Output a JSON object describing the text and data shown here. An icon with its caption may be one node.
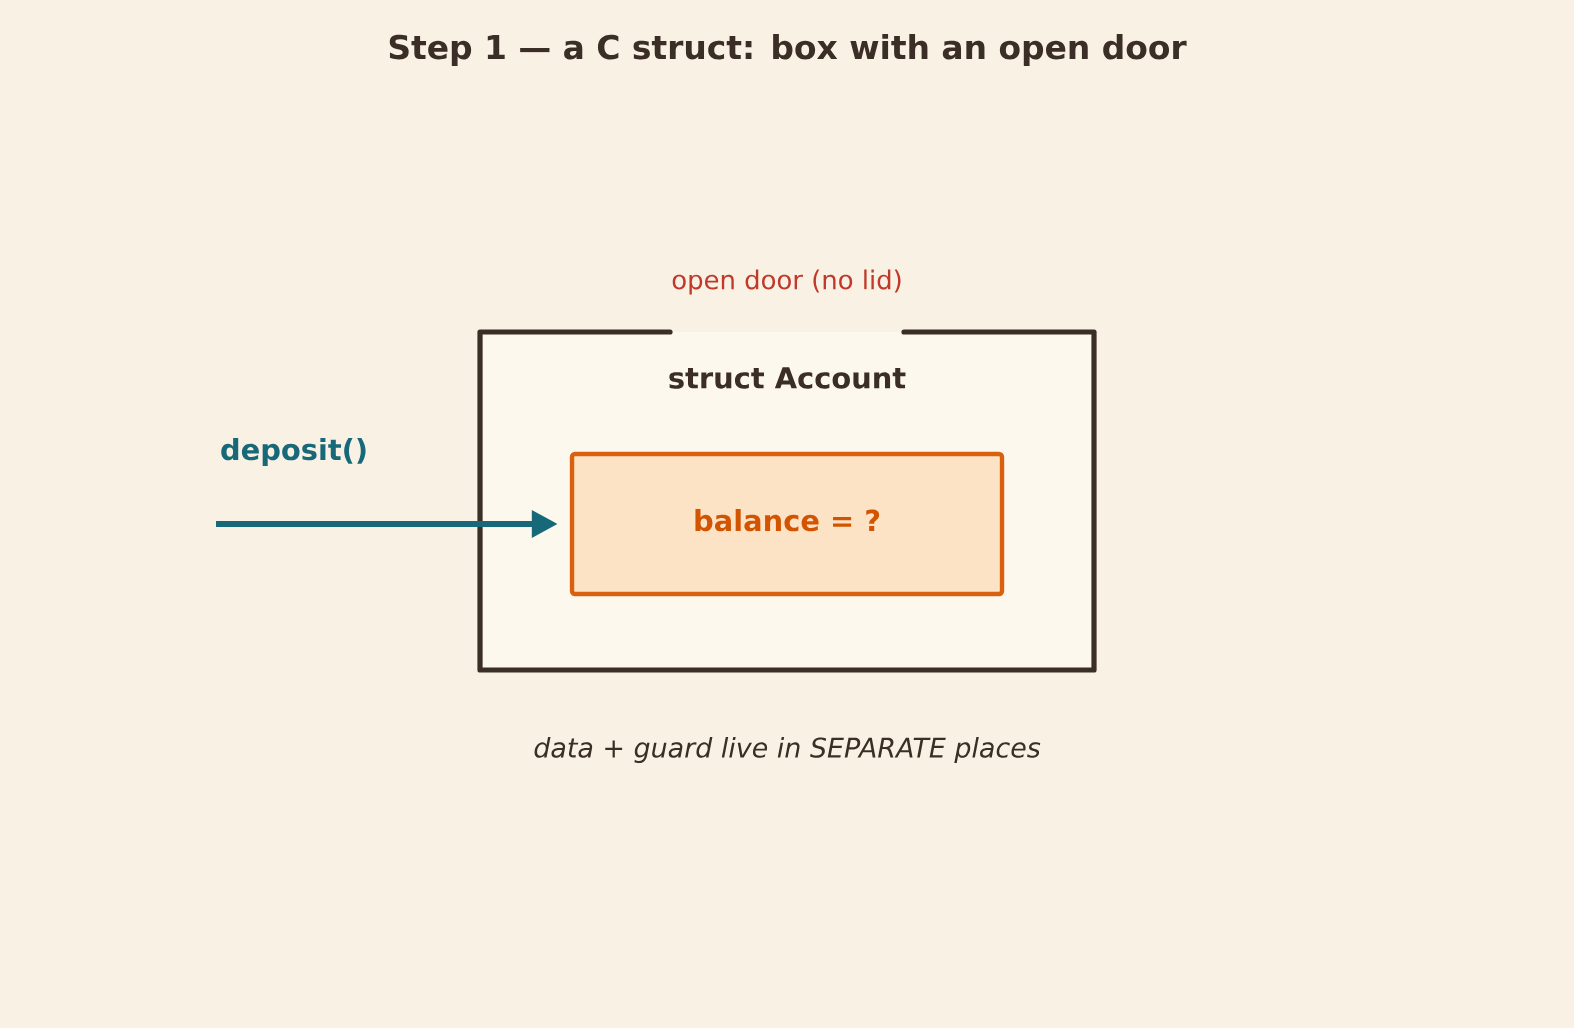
{
  "diagram": {
    "title": "Step 1 — a C struct: box with an open door",
    "caption": "data + guard live in SEPARATE places",
    "nodes": [
      {
        "text": [
          "struct Account"
        ],
        "beside": [
          "open door (no lid)"
        ]
      },
      {
        "text": [
          "balance = ?"
        ],
        "in": 0
      }
    ],
    "edges": [
      {
        "from": null,
        "to": 1,
        "arrow": "to",
        "label": "deposit()"
      }
    ]
  }
}
